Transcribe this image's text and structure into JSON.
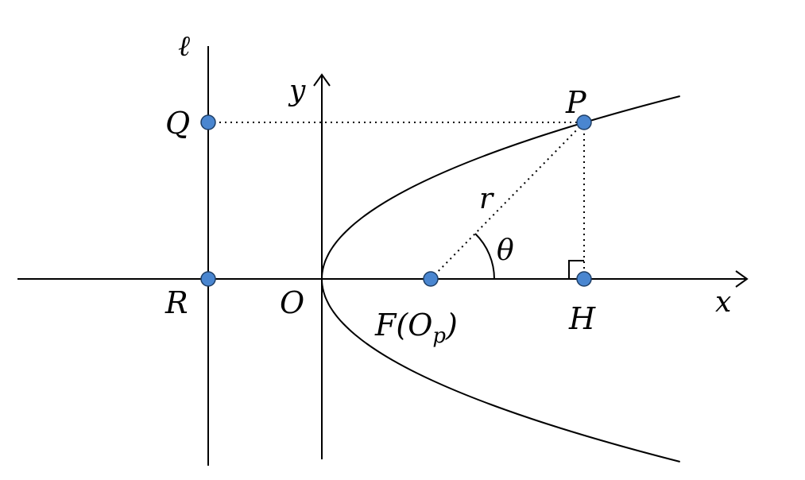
{
  "labels": {
    "directrix": "ℓ",
    "y_axis": "y",
    "x_axis": "x",
    "Q": "Q",
    "P": "P",
    "R": "R",
    "O": "O",
    "H": "H",
    "r": "r",
    "theta": "θ",
    "focus_main": "F(O",
    "focus_sub": "p",
    "focus_close": ")"
  },
  "colors": {
    "point_fill": "#4a86d0",
    "point_stroke": "#1f3f66",
    "line": "#000000"
  }
}
